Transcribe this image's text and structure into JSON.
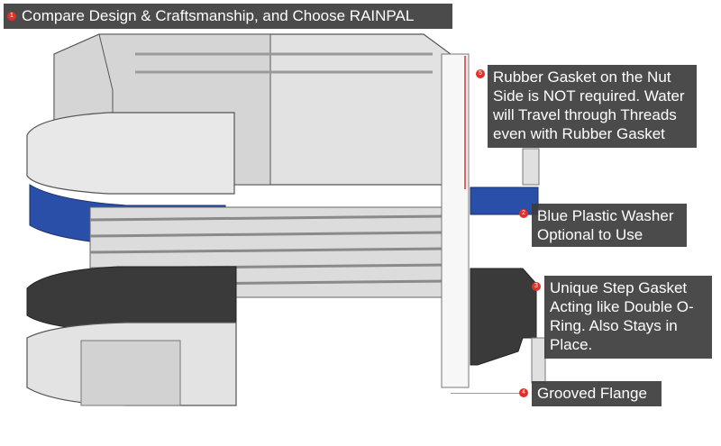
{
  "callouts": [
    {
      "num": "1",
      "text": "Compare Design & Craftsmanship, and Choose RAINPAL"
    },
    {
      "num": "5",
      "lines": [
        "Rubber Gasket on the Nut",
        "Side is NOT required. Water",
        "will Travel through Threads",
        "even with Rubber Gasket"
      ]
    },
    {
      "num": "2",
      "lines": [
        "Blue Plastic Washer",
        "Optional to Use"
      ]
    },
    {
      "num": "3",
      "lines": [
        "Unique Step Gasket",
        "Acting like Double O-",
        "Ring. Also Stays in",
        "Place."
      ]
    },
    {
      "num": "4",
      "text": "Grooved Flange"
    }
  ],
  "colors": {
    "washer": "#2a4fa8",
    "gasket": "#3a3a3a",
    "metal": "#d9d9d9",
    "callout_bg": "#3c3c3c",
    "badge": "#e0302a"
  }
}
